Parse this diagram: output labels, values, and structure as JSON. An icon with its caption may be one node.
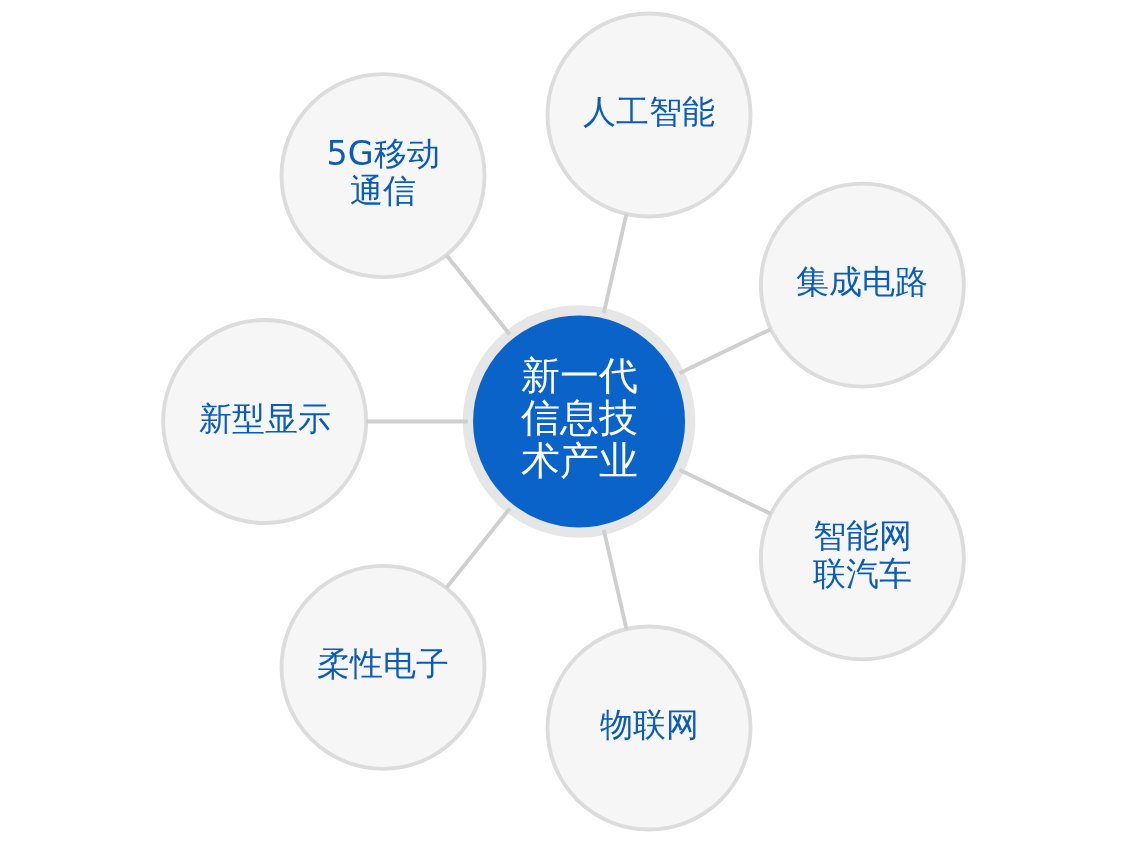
{
  "diagram": {
    "nodes": [
      {
        "text": [
          "新一代信息技术产业"
        ]
      },
      {
        "text": [
          "集成电路"
        ]
      },
      {
        "text": [
          "人工智能"
        ]
      },
      {
        "text": [
          "5G移动通信"
        ]
      },
      {
        "text": [
          "新型显示"
        ]
      },
      {
        "text": [
          "柔性电子"
        ]
      },
      {
        "text": [
          "物联网"
        ]
      },
      {
        "text": [
          "智能网联汽车"
        ]
      }
    ],
    "edges": [
      {
        "from": 0,
        "to": 1,
        "arrow": "none"
      },
      {
        "from": 0,
        "to": 2,
        "arrow": "none"
      },
      {
        "from": 0,
        "to": 3,
        "arrow": "none"
      },
      {
        "from": 0,
        "to": 4,
        "arrow": "none"
      },
      {
        "from": 0,
        "to": 5,
        "arrow": "none"
      },
      {
        "from": 0,
        "to": 6,
        "arrow": "none"
      },
      {
        "from": 0,
        "to": 7,
        "arrow": "none"
      }
    ]
  }
}
